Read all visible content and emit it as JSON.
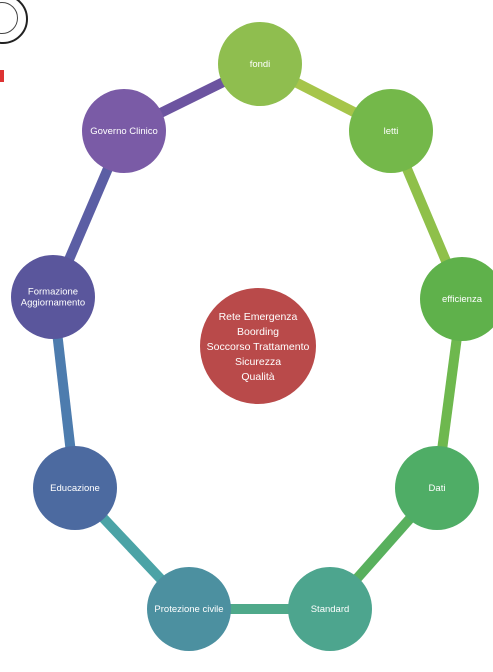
{
  "center": {
    "lines": [
      "Rete Emergenza",
      "Boording",
      "Soccorso Trattamento",
      "Sicurezza",
      "Qualità"
    ],
    "color": "#b94a4a"
  },
  "nodes": [
    {
      "label": "fondi",
      "color": "#8fbe4f"
    },
    {
      "label": "letti",
      "color": "#74b84a"
    },
    {
      "label": "efficienza",
      "color": "#5fb14b"
    },
    {
      "label": "Dati",
      "color": "#4fad66"
    },
    {
      "label": "Standard",
      "color": "#4da58e"
    },
    {
      "label": "Protezione civile",
      "color": "#4c90a0"
    },
    {
      "label": "Educazione",
      "color": "#4c6aa0"
    },
    {
      "label": "Formazione Aggiornamento",
      "color": "#5a569c"
    },
    {
      "label": "Governo Clinico",
      "color": "#7a5ba6"
    }
  ],
  "connectors": [
    {
      "color": "#a6c54a"
    },
    {
      "color": "#8fc04a"
    },
    {
      "color": "#6eb84e"
    },
    {
      "color": "#58b05d"
    },
    {
      "color": "#4fa98a"
    },
    {
      "color": "#4ba3a6"
    },
    {
      "color": "#4d7cae"
    },
    {
      "color": "#5b5ea4"
    },
    {
      "color": "#6c54a0"
    }
  ]
}
